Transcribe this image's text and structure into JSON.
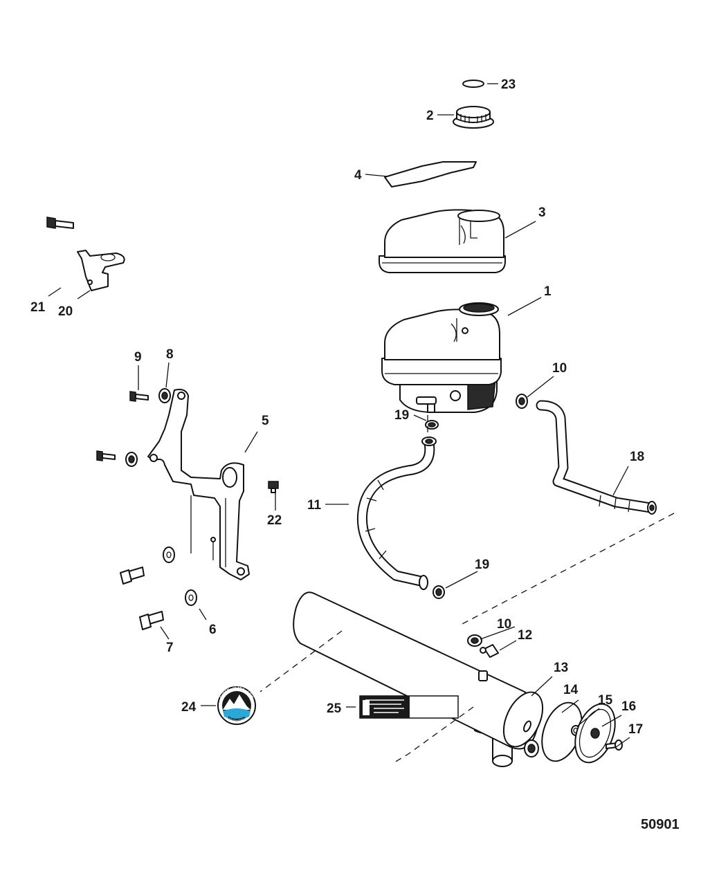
{
  "figure_number": "50901",
  "callouts": {
    "c1": "1",
    "c2": "2",
    "c3": "3",
    "c4": "4",
    "c5": "5",
    "c6": "6",
    "c7": "7",
    "c8": "8",
    "c9": "9",
    "c10a": "10",
    "c10b": "10",
    "c11": "11",
    "c12": "12",
    "c13": "13",
    "c14": "14",
    "c15": "15",
    "c16": "16",
    "c17": "17",
    "c18": "18",
    "c19a": "19",
    "c19b": "19",
    "c20": "20",
    "c21": "21",
    "c22": "22",
    "c23": "23",
    "c24": "24",
    "c25": "25"
  },
  "emission_badge": {
    "upper_arc": "SUPER • ULTRA • LOW",
    "lower_arc": "EMISSIONS"
  }
}
